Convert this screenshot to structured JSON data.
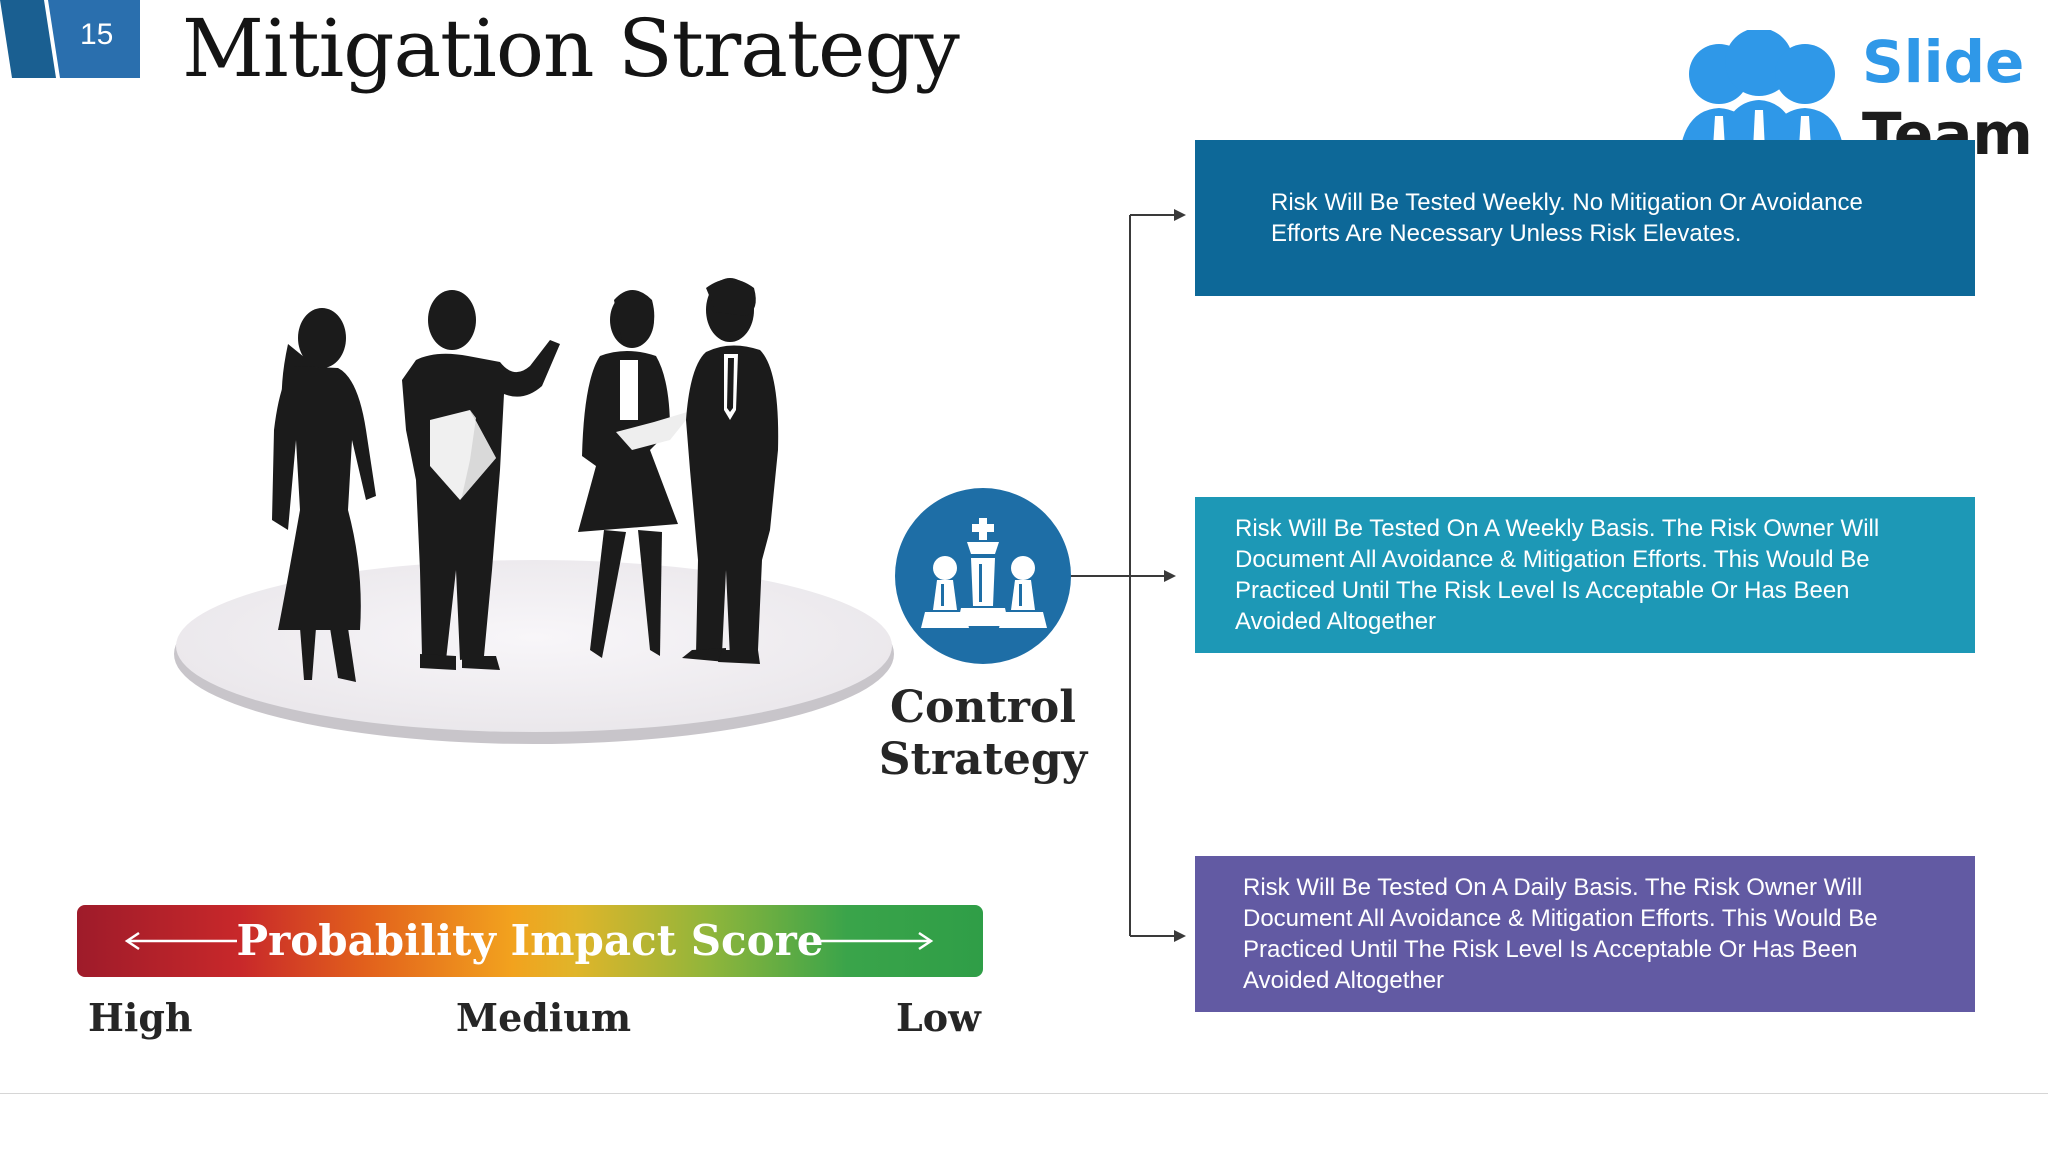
{
  "slide": {
    "number": "15",
    "title": "Mitigation Strategy"
  },
  "logo": {
    "line1": "Slide",
    "line2": "Team",
    "color_primary": "#2f98e8",
    "color_secondary": "#1c1c1c"
  },
  "center": {
    "label_line1": "Control",
    "label_line2": "Strategy",
    "icon": "chess-pieces-icon",
    "circle_color": "#1e6ea6"
  },
  "boxes": [
    {
      "text": "Risk Will Be Tested Weekly. No Mitigation Or Avoidance Efforts Are Necessary Unless Risk Elevates.",
      "color": "#0d6898"
    },
    {
      "text": "Risk Will Be Tested On A Weekly Basis. The Risk Owner Will Document All Avoidance & Mitigation Efforts. This Would Be Practiced Until The Risk Level Is Acceptable Or Has Been Avoided Altogether",
      "color": "#1d98b6"
    },
    {
      "text": "Risk Will Be Tested On A Daily Basis. The Risk Owner Will Document All Avoidance & Mitigation Efforts. This Would Be Practiced Until The Risk Level Is Acceptable Or Has Been Avoided Altogether",
      "color": "#625aa3"
    }
  ],
  "score": {
    "label": "Probability Impact Score",
    "levels": {
      "high": "High",
      "medium": "Medium",
      "low": "Low"
    }
  }
}
